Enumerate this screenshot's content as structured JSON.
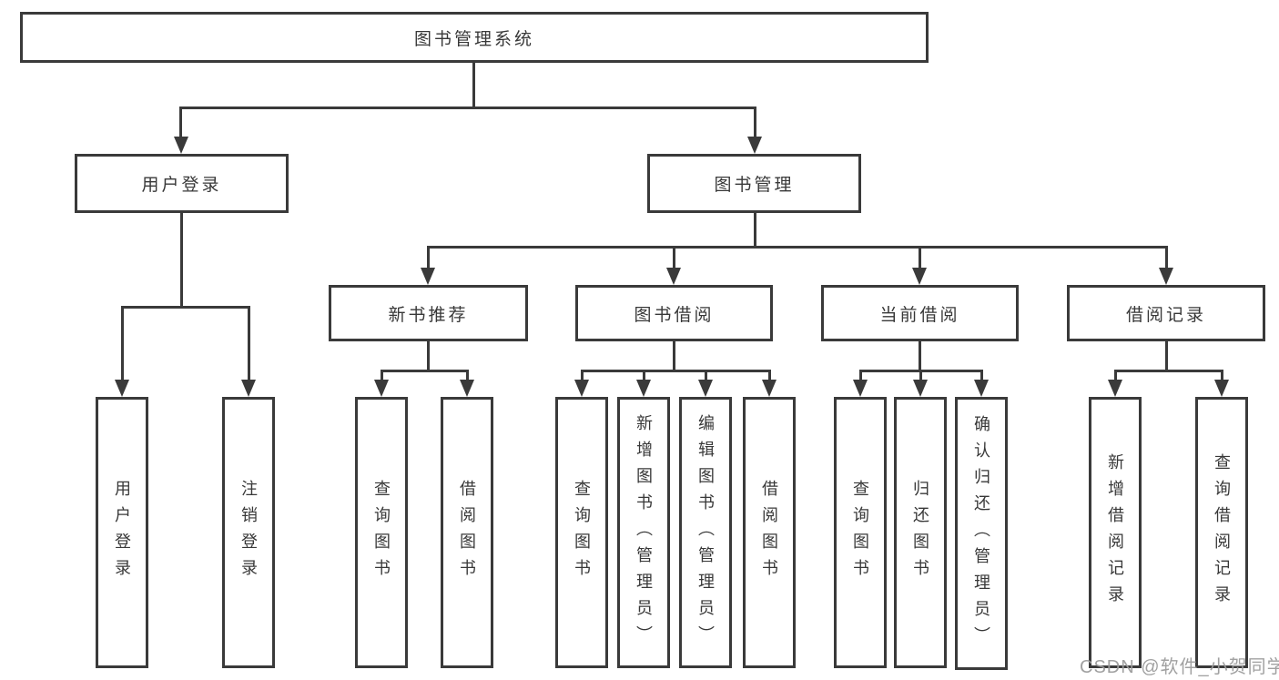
{
  "diagram_title": "图书管理系统",
  "tree": {
    "root": "图书管理系统",
    "branches": [
      {
        "label": "用户登录",
        "children": [
          "用户登录",
          "注销登录"
        ]
      },
      {
        "label": "图书管理",
        "children": [
          {
            "label": "新书推荐",
            "children": [
              "查询图书",
              "借阅图书"
            ]
          },
          {
            "label": "图书借阅",
            "children": [
              "查询图书",
              "新增图书（管理员）",
              "编辑图书（管理员）",
              "借阅图书"
            ]
          },
          {
            "label": "当前借阅",
            "children": [
              "查询图书",
              "归还图书",
              "确认归还（管理员）"
            ]
          },
          {
            "label": "借阅记录",
            "children": [
              "新增借阅记录",
              "查询借阅记录"
            ]
          }
        ]
      }
    ]
  },
  "watermark": "CSDN @软件_小贺同学",
  "colors": {
    "line": "#3a3a3a",
    "text": "#383838",
    "background": "#ffffff",
    "watermark": "#9c9c9c"
  }
}
